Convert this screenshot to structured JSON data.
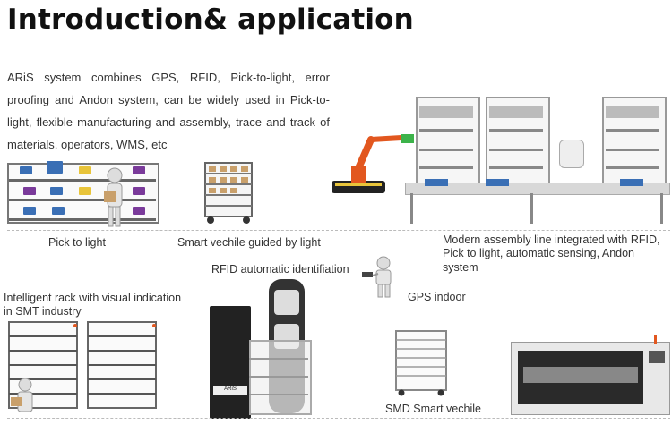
{
  "title": "Introduction& application",
  "intro": "ARiS system combines GPS, RFID, Pick-to-light, error proofing and Andon system, can be widely used in Pick-to-light, flexible manufacturing and assembly, trace and track of materials, operators, WMS, etc",
  "labels": {
    "pick_to_light": "Pick to light",
    "smart_vehicle": "Smart vechile  guided by light",
    "assembly_line_1": "Modern assembly line integrated with RFID,",
    "assembly_line_2": "Pick to light, automatic sensing,  Andon system",
    "rfid": "RFID automatic identifiation",
    "rack_smt_1": "Intelligent rack with visual indication",
    "rack_smt_2": "in SMT industry",
    "gps": "GPS indoor",
    "smd": "SMD Smart vechile"
  },
  "kiosk_text": "ARiS",
  "colors": {
    "bin_blue": "#3a6fb5",
    "bin_yellow": "#e8c43a",
    "bin_purple": "#7a3a9a",
    "robot_orange": "#e2571f",
    "robot_green": "#3cb34a",
    "frame_gray": "#9a9a9a"
  }
}
